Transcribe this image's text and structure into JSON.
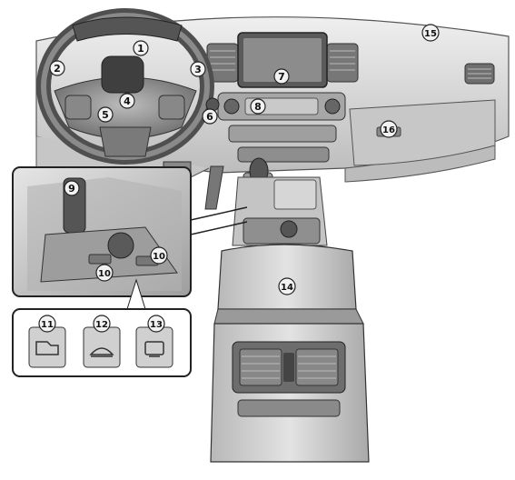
{
  "callouts": [
    {
      "id": "1",
      "label": "1"
    },
    {
      "id": "2",
      "label": "2"
    },
    {
      "id": "3",
      "label": "3"
    },
    {
      "id": "4",
      "label": "4"
    },
    {
      "id": "5",
      "label": "5"
    },
    {
      "id": "6",
      "label": "6"
    },
    {
      "id": "7",
      "label": "7"
    },
    {
      "id": "8",
      "label": "8"
    },
    {
      "id": "9",
      "label": "9"
    },
    {
      "id": "10a",
      "label": "10"
    },
    {
      "id": "10b",
      "label": "10"
    },
    {
      "id": "11",
      "label": "11"
    },
    {
      "id": "12",
      "label": "12"
    },
    {
      "id": "13",
      "label": "13"
    },
    {
      "id": "14",
      "label": "14"
    },
    {
      "id": "15",
      "label": "15"
    },
    {
      "id": "16",
      "label": "16"
    }
  ],
  "colors": {
    "callout_fill": "#f2f2f2",
    "callout_stroke": "#222222",
    "panel_light": "#d9d9d9",
    "panel_mid": "#b5b5b5",
    "panel_dark": "#7a7a7a",
    "outline": "#333333"
  },
  "icons": [
    "steering-wheel-icon",
    "gear-lever-icon",
    "switch-button-icon"
  ]
}
